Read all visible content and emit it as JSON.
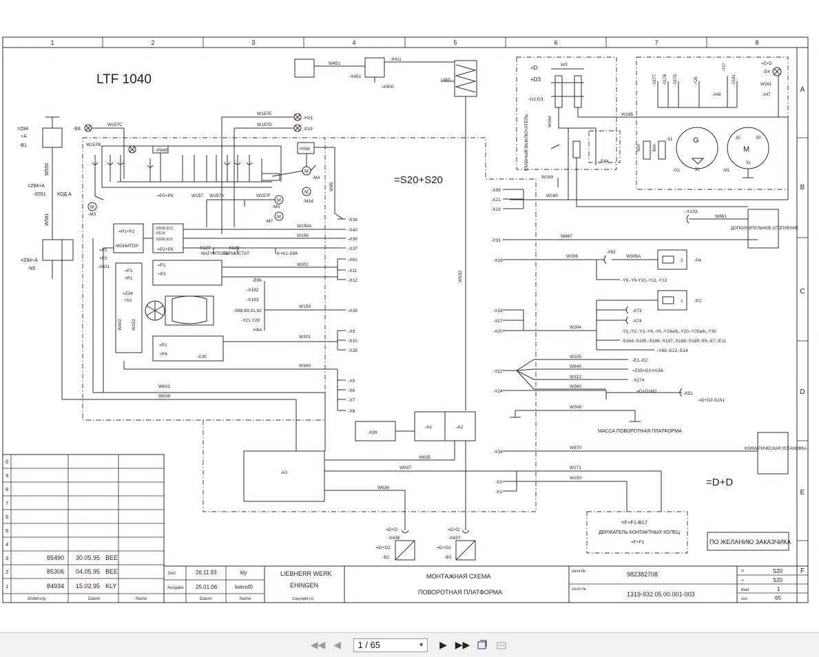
{
  "sheet": {
    "title": "LTF 1040",
    "main_label": "=S20+S20",
    "dd_label": "=D+D",
    "columns": [
      "1",
      "2",
      "3",
      "4",
      "5",
      "6",
      "7",
      "8"
    ],
    "rows": [
      "A",
      "B",
      "C",
      "D",
      "E",
      "F"
    ]
  },
  "labels": {
    "z84": "=Z84",
    "a": "+A",
    "b1": "-B1",
    "e8": "-E8",
    "w556": "W556",
    "z84a": "=Z84+A",
    "x551": "-X551",
    "koda": "КОД А",
    "w581": "W581",
    "z84an5_1": "=Z84+A",
    "n5": "-N5",
    "w157c": "W157C",
    "w157b": "W157B",
    "p640": "-P640",
    "w157e": "W157E",
    "w157d": "W157D",
    "h21": "-H21",
    "e19": "-E19",
    "hsw": "HSW",
    "w85": "W85",
    "m3": "-M3",
    "m4": "-M4",
    "m14": "-M14",
    "p2p6": "=P2+P6",
    "w157": "W157",
    "w157a": "W157A",
    "w157f": "W157F",
    "m5": "-M5",
    "m7": "-M7",
    "w156a": "W156A",
    "w156": "W156",
    "p1p2": "=P1+P2",
    "monitor": "МОНИТОР",
    "p1_a": "=P1",
    "p2_a": "+P2",
    "x631": "-X631",
    "s508": "-S508,512;",
    "s514": "-S514",
    "s506": "-S506,510",
    "p2p5": "=P2+P5",
    "x137": "-X137",
    "magnitola": "МАГНИТОЛА",
    "x139": "-X139",
    "termostat": "ТЕРМОСТАТ",
    "kks98": "-K+K1-S98",
    "p1_b": "=P1",
    "p1_c": "+P1",
    "p1_d": "=P1",
    "p3": "+P3",
    "w302": "W302",
    "z34": "=Z34",
    "s1": "+S1",
    "w402": "W402",
    "w152": "W152",
    "e96": "-E96",
    "x182": "-X182",
    "x183": "-X183",
    "s88": "-S88,89,91,92",
    "y21": "-Y21,Y28",
    "h94": "-H94",
    "w159": "W159",
    "w301": "W301",
    "p1_e": "=P1",
    "p4": "+P4",
    "x35b": "-X35",
    "w300": "W300",
    "w631": "W631",
    "w638": "W638",
    "x38": "-X38",
    "x40": "-X40",
    "x39": "-X39",
    "x37": "-X37",
    "x61": "-X61",
    "x11": "-X11",
    "x12": "-X12",
    "x35": "-X35",
    "x9": "-X9",
    "x10": "-X10",
    "x28": "-X28",
    "x5": "-X5",
    "x6": "-X6",
    "x7": "-X7",
    "x8": "-X8",
    "w451": "W451",
    "x451": "-X451",
    "x411": "-X411",
    "x500": "-X500",
    "lwg": "LWG",
    "w632": "W632",
    "x99": "-X99",
    "a1": "-A1",
    "a2": "-A2",
    "w635": "W635",
    "a3": "-A3",
    "w637": "W637",
    "w636": "W636",
    "dd_a": "=D+D",
    "x638": "-X638",
    "dd2_a": "=D+D2",
    "b2": "-B2",
    "dd_b": "=D+D",
    "x637": "-X637",
    "dd2_b": "=D+D2",
    "b3": "-B3",
    "d": "=D",
    "d3": "+D3",
    "w3": "W3",
    "g2g3": "-G2,G3",
    "main_switch": "ГЛАВНЫЙ ВЫКЛЮЧАТЕЛЬ",
    "w164": "W164",
    "w165": "W165",
    "w169": "W169",
    "w160": "W160",
    "f44": "-F44",
    "f63a": "50A",
    "f80a": "80A",
    "s177": "-S177",
    "s178": "-S178",
    "s179": "-S179",
    "y26": "-Y26",
    "y27": "-Y27",
    "s181": "-S181",
    "x48": "-X48",
    "ddd": "=D+D",
    "e4": "-E4",
    "w163": "W163",
    "x47": "-X47",
    "g": "G",
    "g1": "-G1",
    "s1b": "-S1",
    "m": "M",
    "m1": "-M1",
    "m30": "30",
    "m50": "50",
    "m31": "31",
    "g31": "31",
    "x99b": "-X99",
    "x21": "-X21",
    "x19": "-X19",
    "x233": "-X233",
    "w861": "W861",
    "dop_heat": "ДОПОЛНИТЕЛЬНОЕ ОТОПЛЕНИЕ",
    "x33": "-X33",
    "w867": "W867",
    "x18": "-X18",
    "w306": "W306",
    "x52": "-X52",
    "w306a": "W306A",
    "n2": "2",
    "p4b": "-P4",
    "y5": "-Y5,-Y9-Y10,-Y11,-Y12",
    "n1": "1",
    "p2b": "-P2",
    "x16": "-X16",
    "x17": "-X17",
    "x20": "-X20",
    "w304": "W304",
    "x73": "-X73",
    "x74": "-X74",
    "ylist": "-Y1,-Y2,-Y3,-Y4,-Y6,-Y19a/b,-Y20,-Y25a/b,-Y30",
    "slist": "-S184,-S185,-S186,-S187,-S188,-S189,-E6,-E7,-E11",
    "y69": "-Y69,-E12,-E14",
    "x22": "-X22",
    "w105": "W105",
    "e1e2": "-E1,-E2",
    "w640": "W640",
    "z35": "=Z35+D3-H156",
    "w312": "W312",
    "s174": "-S174",
    "x24": "-X24",
    "w360": "W360",
    "ddm2": "=D+D+M2",
    "x51": "-X51",
    "dds151": "=D+D2-S151",
    "w308": "W308",
    "mass": "МАССА ПОВОРОТНАЯ ПЛАТФОРМА",
    "x34": "-X34",
    "w870": "W870",
    "klima": "КЛИМАТИЧЕСКАЯ УСТАНОВКА",
    "w171": "W171",
    "w150": "W150",
    "x0": "-X0",
    "x1": "-X1",
    "ffb17": "=F+F1-B17",
    "holder": "ДЕРЖАТЕЛЬ КОНТАКТНЫХ КОЛЕЦ",
    "ff1": "=F+F1",
    "option": "ПО ЖЕЛАНИЮ ЗАКАЗЧИКА"
  },
  "revisions": {
    "row_numbers": [
      "0",
      "9",
      "8",
      "7",
      "6",
      "5",
      "4",
      "3",
      "2",
      "1"
    ],
    "entries": [
      {
        "change": "85490",
        "date": "30.05.95",
        "name": "BEE"
      },
      {
        "change": "85306",
        "date": "04.05.95",
        "name": "BEE"
      },
      {
        "change": "84934",
        "date": "15.02.95",
        "name": "KLY"
      }
    ],
    "headers": [
      "Änderung",
      "Datum",
      "Name"
    ]
  },
  "titleblock": {
    "gez_label": "Gez.",
    "gez_date": "26.11.93",
    "gez_name": "kly",
    "ausgabe_label": "Ausgabe",
    "ausgabe_date": "25.01.06",
    "ausgabe_name": "lwerof0",
    "datum_label": "Datum",
    "name_label": "Name",
    "company1": "LIEBHERR WERK",
    "company2": "EHINGEN",
    "copyright": "Copyright (c)",
    "desc1": "МОНТАЖНАЯ СХЕМА",
    "desc2": "ПОВОРОТНАЯ ПЛАТФОРМА",
    "ident_label": "Ident-Nr.",
    "ident": "982382708",
    "zeich_label": "Zeich-Nr.",
    "zeich": "1319-932.05.00.001-003",
    "eq": "=",
    "eq_val": "S20",
    "plus": "+",
    "plus_val": "S20",
    "blatt_label": "Blatt",
    "blatt": "1",
    "von_label": "von",
    "von": "65"
  },
  "toolbar": {
    "first_icon": "first-page-icon",
    "prev_icon": "previous-page-icon",
    "page": "1 / 65",
    "next_icon": "next-page-icon",
    "last_icon": "last-page-icon",
    "fit_icon": "fit-page-icon",
    "fit_width_icon": "fit-width-icon"
  }
}
